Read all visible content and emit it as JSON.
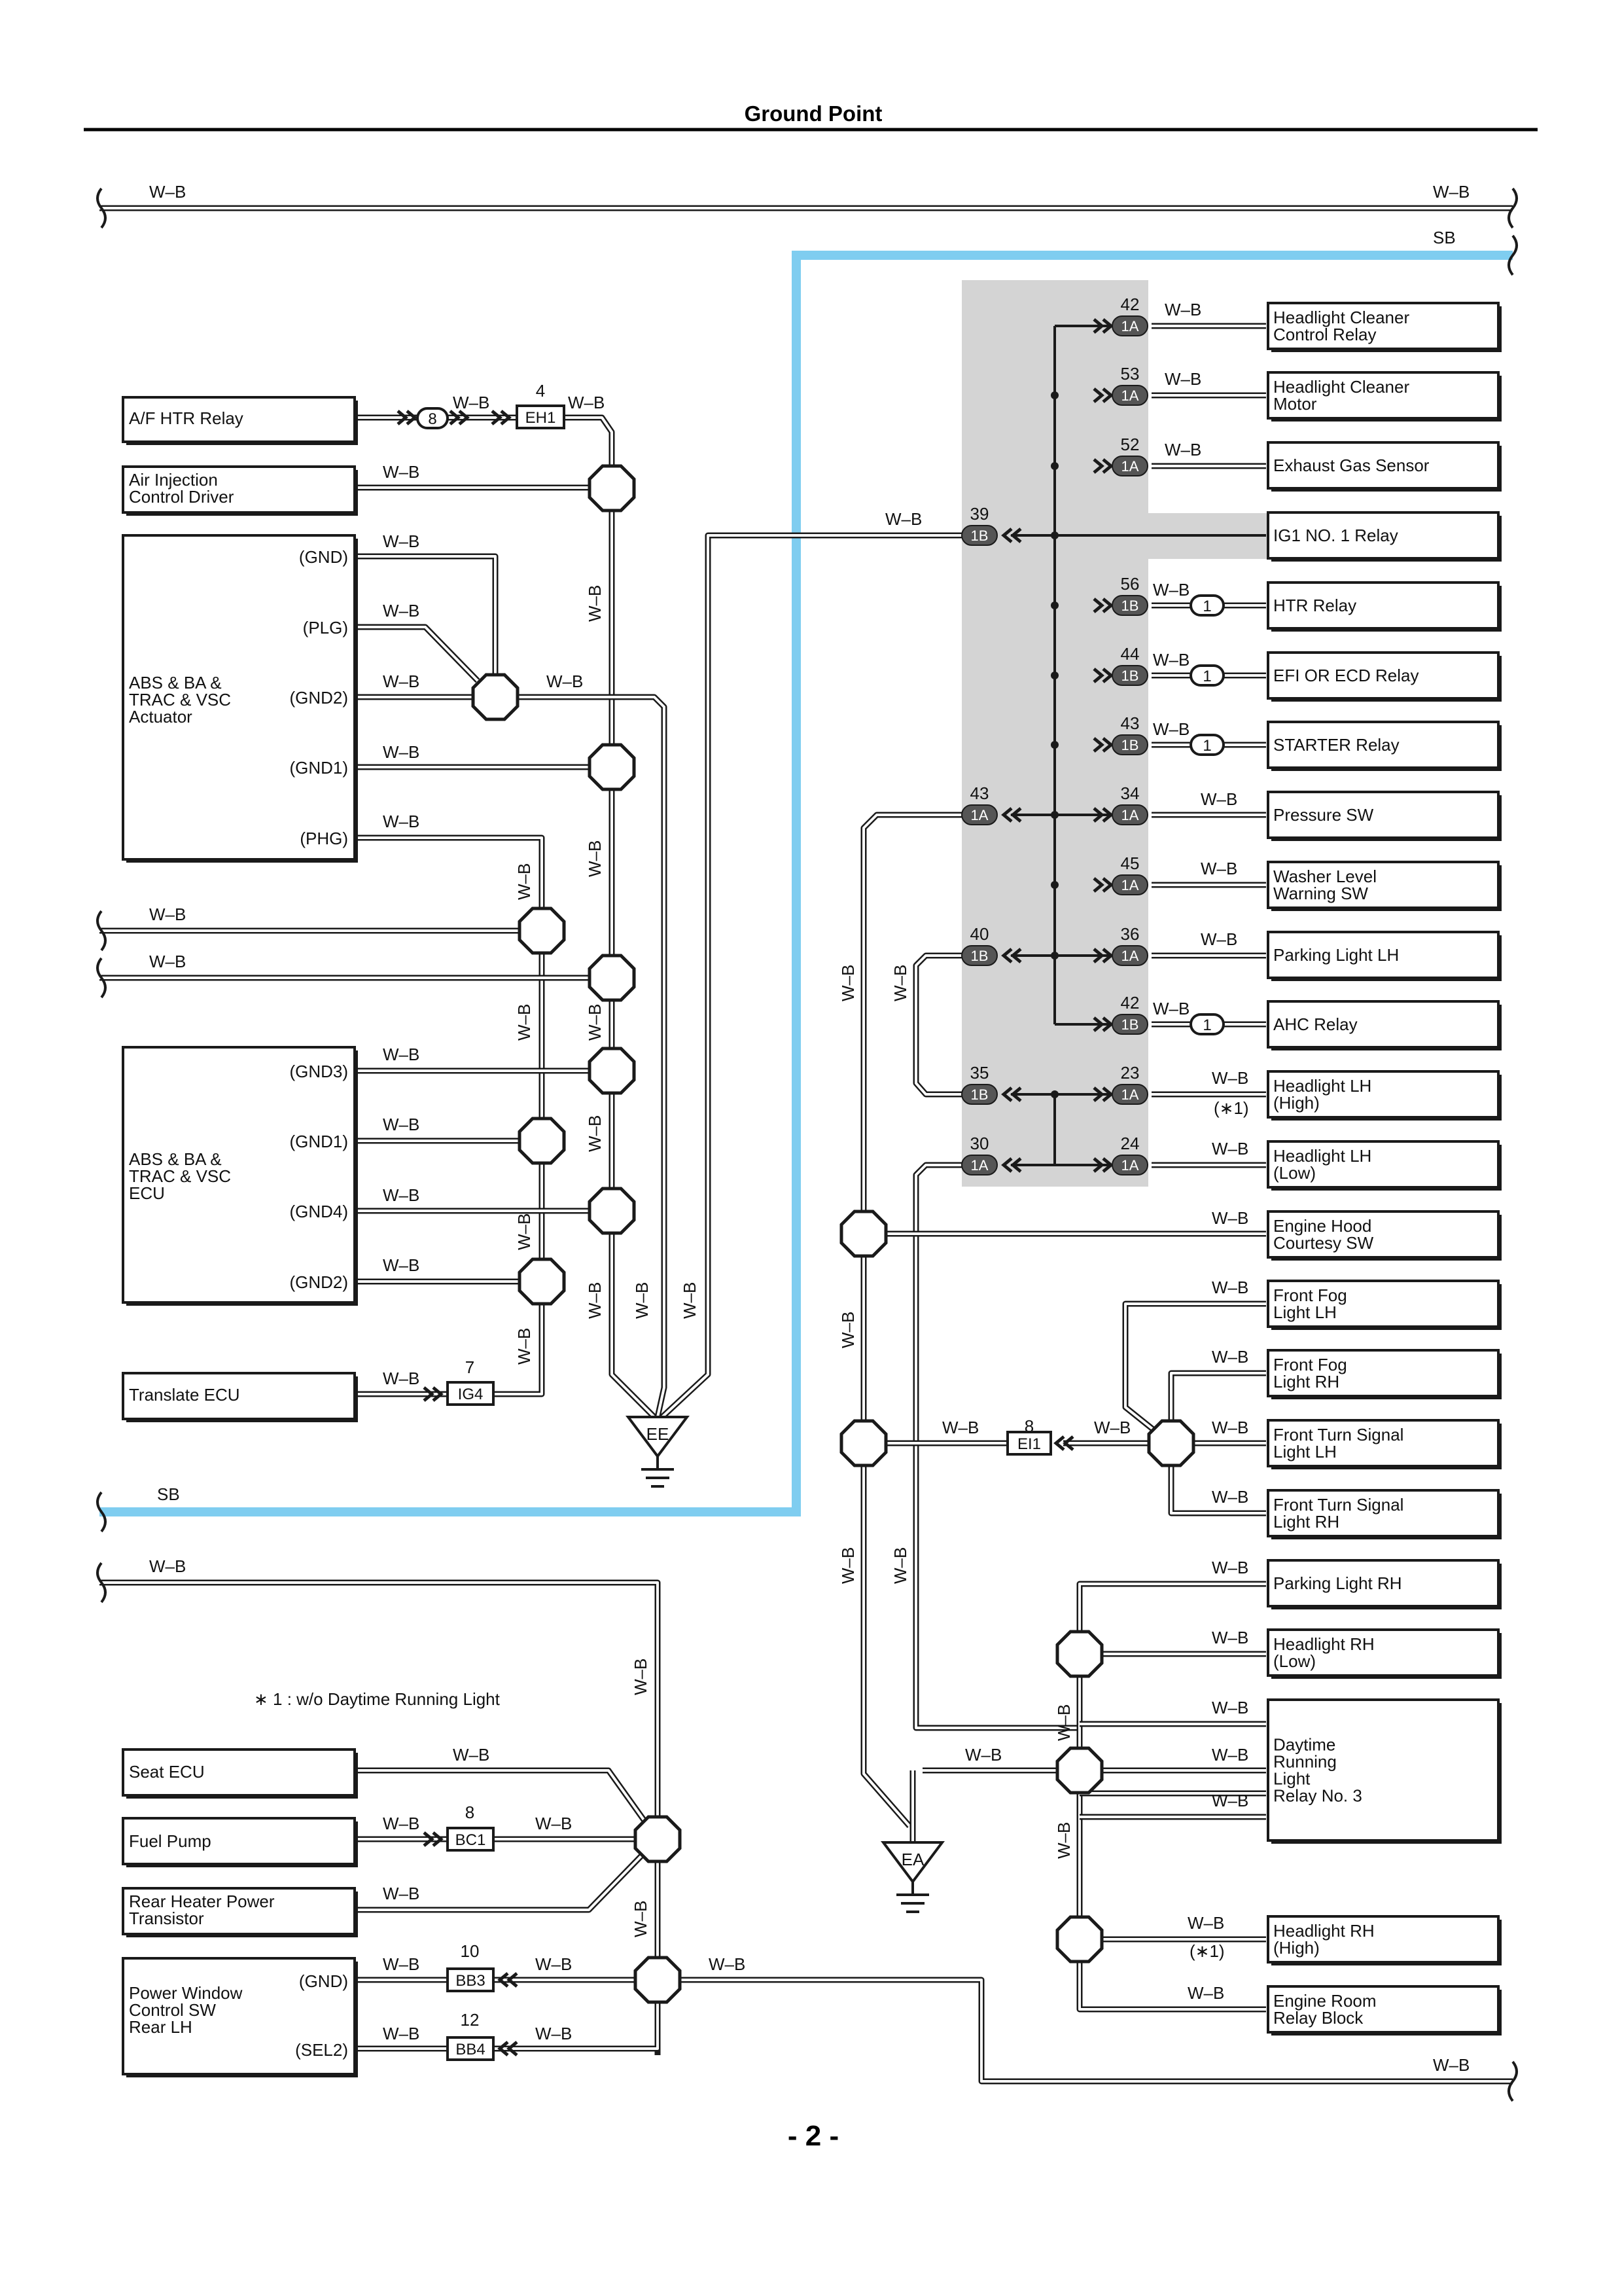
{
  "header": {
    "title": "Ground Point"
  },
  "footer": {
    "page_number": "- 2 -"
  },
  "note": "∗ 1 : w/o Daytime Running Light",
  "wire_labels": {
    "wb": "W–B",
    "sb": "SB",
    "star1": "(∗1)"
  },
  "ground_points": {
    "ee": "EE",
    "ea": "EA"
  },
  "left_components": {
    "af_htr_relay": "A/F HTR Relay",
    "air_injection": [
      "Air Injection",
      "Control Driver"
    ],
    "abs_actuator": [
      "ABS & BA &",
      "TRAC & VSC",
      "Actuator"
    ],
    "abs_actuator_pins": [
      "(GND)",
      "(PLG)",
      "(GND2)",
      "(GND1)",
      "(PHG)"
    ],
    "abs_ecu": [
      "ABS & BA &",
      "TRAC & VSC",
      "ECU"
    ],
    "abs_ecu_pins": [
      "(GND3)",
      "(GND1)",
      "(GND4)",
      "(GND2)"
    ],
    "translate_ecu": "Translate ECU",
    "seat_ecu": "Seat ECU",
    "fuel_pump": "Fuel Pump",
    "rear_heater": [
      "Rear Heater Power",
      "Transistor"
    ],
    "power_window": [
      "Power Window",
      "Control SW",
      "Rear LH"
    ],
    "power_window_pins": [
      "(GND)",
      "(SEL2)"
    ]
  },
  "left_connectors": {
    "c8": "8",
    "eh1": "EH1",
    "eh1_num": "4",
    "ig4": "IG4",
    "ig4_num": "7",
    "bc1": "BC1",
    "bc1_num": "8",
    "bb3": "BB3",
    "bb3_num": "10",
    "bb4": "BB4",
    "bb4_num": "12"
  },
  "right_components": [
    [
      "Headlight Cleaner",
      "Control Relay"
    ],
    [
      "Headlight Cleaner",
      "Motor"
    ],
    [
      "Exhaust Gas Sensor"
    ],
    [
      "IG1 NO. 1 Relay"
    ],
    [
      "HTR Relay"
    ],
    [
      "EFI OR ECD Relay"
    ],
    [
      "STARTER Relay"
    ],
    [
      "Pressure SW"
    ],
    [
      "Washer Level",
      "Warning SW"
    ],
    [
      "Parking Light LH"
    ],
    [
      "AHC Relay"
    ],
    [
      "Headlight LH",
      "(High)"
    ],
    [
      "Headlight LH",
      "(Low)"
    ],
    [
      "Engine Hood",
      "Courtesy SW"
    ],
    [
      "Front Fog",
      "Light LH"
    ],
    [
      "Front Fog",
      "Light RH"
    ],
    [
      "Front Turn Signal",
      "Light LH"
    ],
    [
      "Front Turn Signal",
      "Light RH"
    ],
    [
      "Parking Light RH"
    ],
    [
      "Headlight RH",
      "(Low)"
    ],
    [
      "Daytime",
      "Running",
      "Light",
      "Relay No. 3"
    ],
    [
      "Headlight RH",
      "(High)"
    ],
    [
      "Engine Room",
      "Relay Block"
    ]
  ],
  "junction_right": [
    {
      "pin": "42",
      "code": "1A"
    },
    {
      "pin": "53",
      "code": "1A"
    },
    {
      "pin": "52",
      "code": "1A"
    },
    {
      "pin": "56",
      "code": "1B"
    },
    {
      "pin": "44",
      "code": "1B"
    },
    {
      "pin": "43",
      "code": "1B"
    },
    {
      "pin": "34",
      "code": "1A"
    },
    {
      "pin": "45",
      "code": "1A"
    },
    {
      "pin": "36",
      "code": "1A"
    },
    {
      "pin": "42",
      "code": "1B"
    },
    {
      "pin": "23",
      "code": "1A"
    },
    {
      "pin": "24",
      "code": "1A"
    }
  ],
  "junction_left": [
    {
      "pin": "39",
      "code": "1B"
    },
    {
      "pin": "43",
      "code": "1A"
    },
    {
      "pin": "40",
      "code": "1B"
    },
    {
      "pin": "35",
      "code": "1B"
    },
    {
      "pin": "30",
      "code": "1A"
    }
  ],
  "relay_connector": "1",
  "ei1": {
    "code": "EI1",
    "pin": "8"
  }
}
